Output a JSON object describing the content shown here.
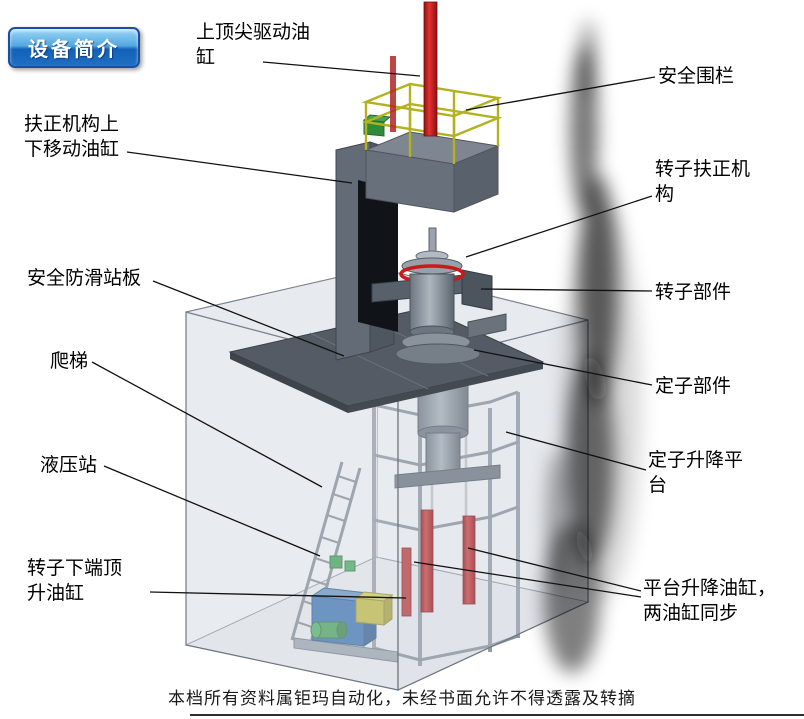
{
  "badge": {
    "label": "设备简介"
  },
  "callouts": [
    {
      "name": "top-tip-drive-cylinder",
      "text": "上顶尖驱动油缸"
    },
    {
      "name": "safety-fence",
      "text": "安全围栏"
    },
    {
      "name": "centering-updown-cylinder",
      "text": "扶正机构上下移动油缸"
    },
    {
      "name": "rotor-centering-mechanism",
      "text": "转子扶正机构"
    },
    {
      "name": "anti-slip-platform",
      "text": "安全防滑站板"
    },
    {
      "name": "rotor-component",
      "text": "转子部件"
    },
    {
      "name": "ladder",
      "text": "爬梯"
    },
    {
      "name": "stator-component",
      "text": "定子部件"
    },
    {
      "name": "hydraulic-station",
      "text": "液压站"
    },
    {
      "name": "stator-lift-platform",
      "text": "定子升降平台"
    },
    {
      "name": "rotor-bottom-jack-cylinder",
      "text": "转子下端顶升油缸"
    },
    {
      "name": "platform-lift-cylinders",
      "text": "平台升降油缸，两油缸同步"
    }
  ],
  "footer": {
    "text": "本档所有资料属钜玛自动化，未经书面允许不得透露及转摘"
  },
  "colors": {
    "badge_top": "#9ad6f6",
    "badge_bottom": "#1261b8",
    "cylinder_red": "#cc1515",
    "railing_yellow": "#b2b21e",
    "tank_blue": "#2e6cb2",
    "plate_gray": "#545b64"
  }
}
